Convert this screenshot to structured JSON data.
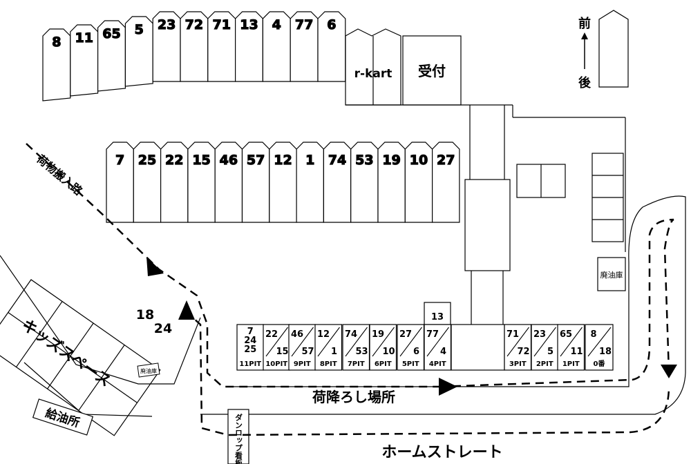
{
  "garages_top": [
    "8",
    "11",
    "65",
    "5",
    "23",
    "72",
    "71",
    "13",
    "4",
    "77",
    "6"
  ],
  "rkart_label": "r-kart",
  "reception_label": "受付",
  "direction": {
    "front": "前",
    "back": "後"
  },
  "garages_middle": [
    "7",
    "25",
    "22",
    "15",
    "46",
    "57",
    "12",
    "1",
    "74",
    "53",
    "19",
    "10",
    "27"
  ],
  "cargo_route_label": "荷物搬入路",
  "kids_space_label": "キッズスペース",
  "kids_numbers": [
    "18",
    "24"
  ],
  "kids_corner_label": "廃油庫",
  "waste_oil_label": "廃油庫",
  "pit13_label": "13",
  "pits": [
    {
      "top": [
        "7",
        "24",
        "25"
      ],
      "bottom": "",
      "label": "11PIT"
    },
    {
      "top": [
        "22"
      ],
      "bottom": "15",
      "label": "10PIT"
    },
    {
      "top": [
        "46"
      ],
      "bottom": "57",
      "label": "9PIT"
    },
    {
      "top": [
        "12"
      ],
      "bottom": "1",
      "label": "8PIT"
    },
    {
      "top": [
        "74"
      ],
      "bottom": "53",
      "label": "7PIT"
    },
    {
      "top": [
        "19"
      ],
      "bottom": "10",
      "label": "6PIT"
    },
    {
      "top": [
        "27"
      ],
      "bottom": "6",
      "label": "5PIT"
    },
    {
      "top": [
        "77"
      ],
      "bottom": "4",
      "label": "4PIT"
    },
    {
      "top": [
        "71"
      ],
      "bottom": "72",
      "label": "3PIT"
    },
    {
      "top": [
        "23"
      ],
      "bottom": "5",
      "label": "2PIT"
    },
    {
      "top": [
        "65"
      ],
      "bottom": "11",
      "label": "1PIT"
    },
    {
      "top": [
        "8"
      ],
      "bottom": "18",
      "label": "0番"
    }
  ],
  "unloading_area_label": "荷降ろし場所",
  "fuel_station_label": "給油所",
  "dunlop_sign_label": "ダンロップ看板",
  "home_straight_label": "ホームストレート"
}
